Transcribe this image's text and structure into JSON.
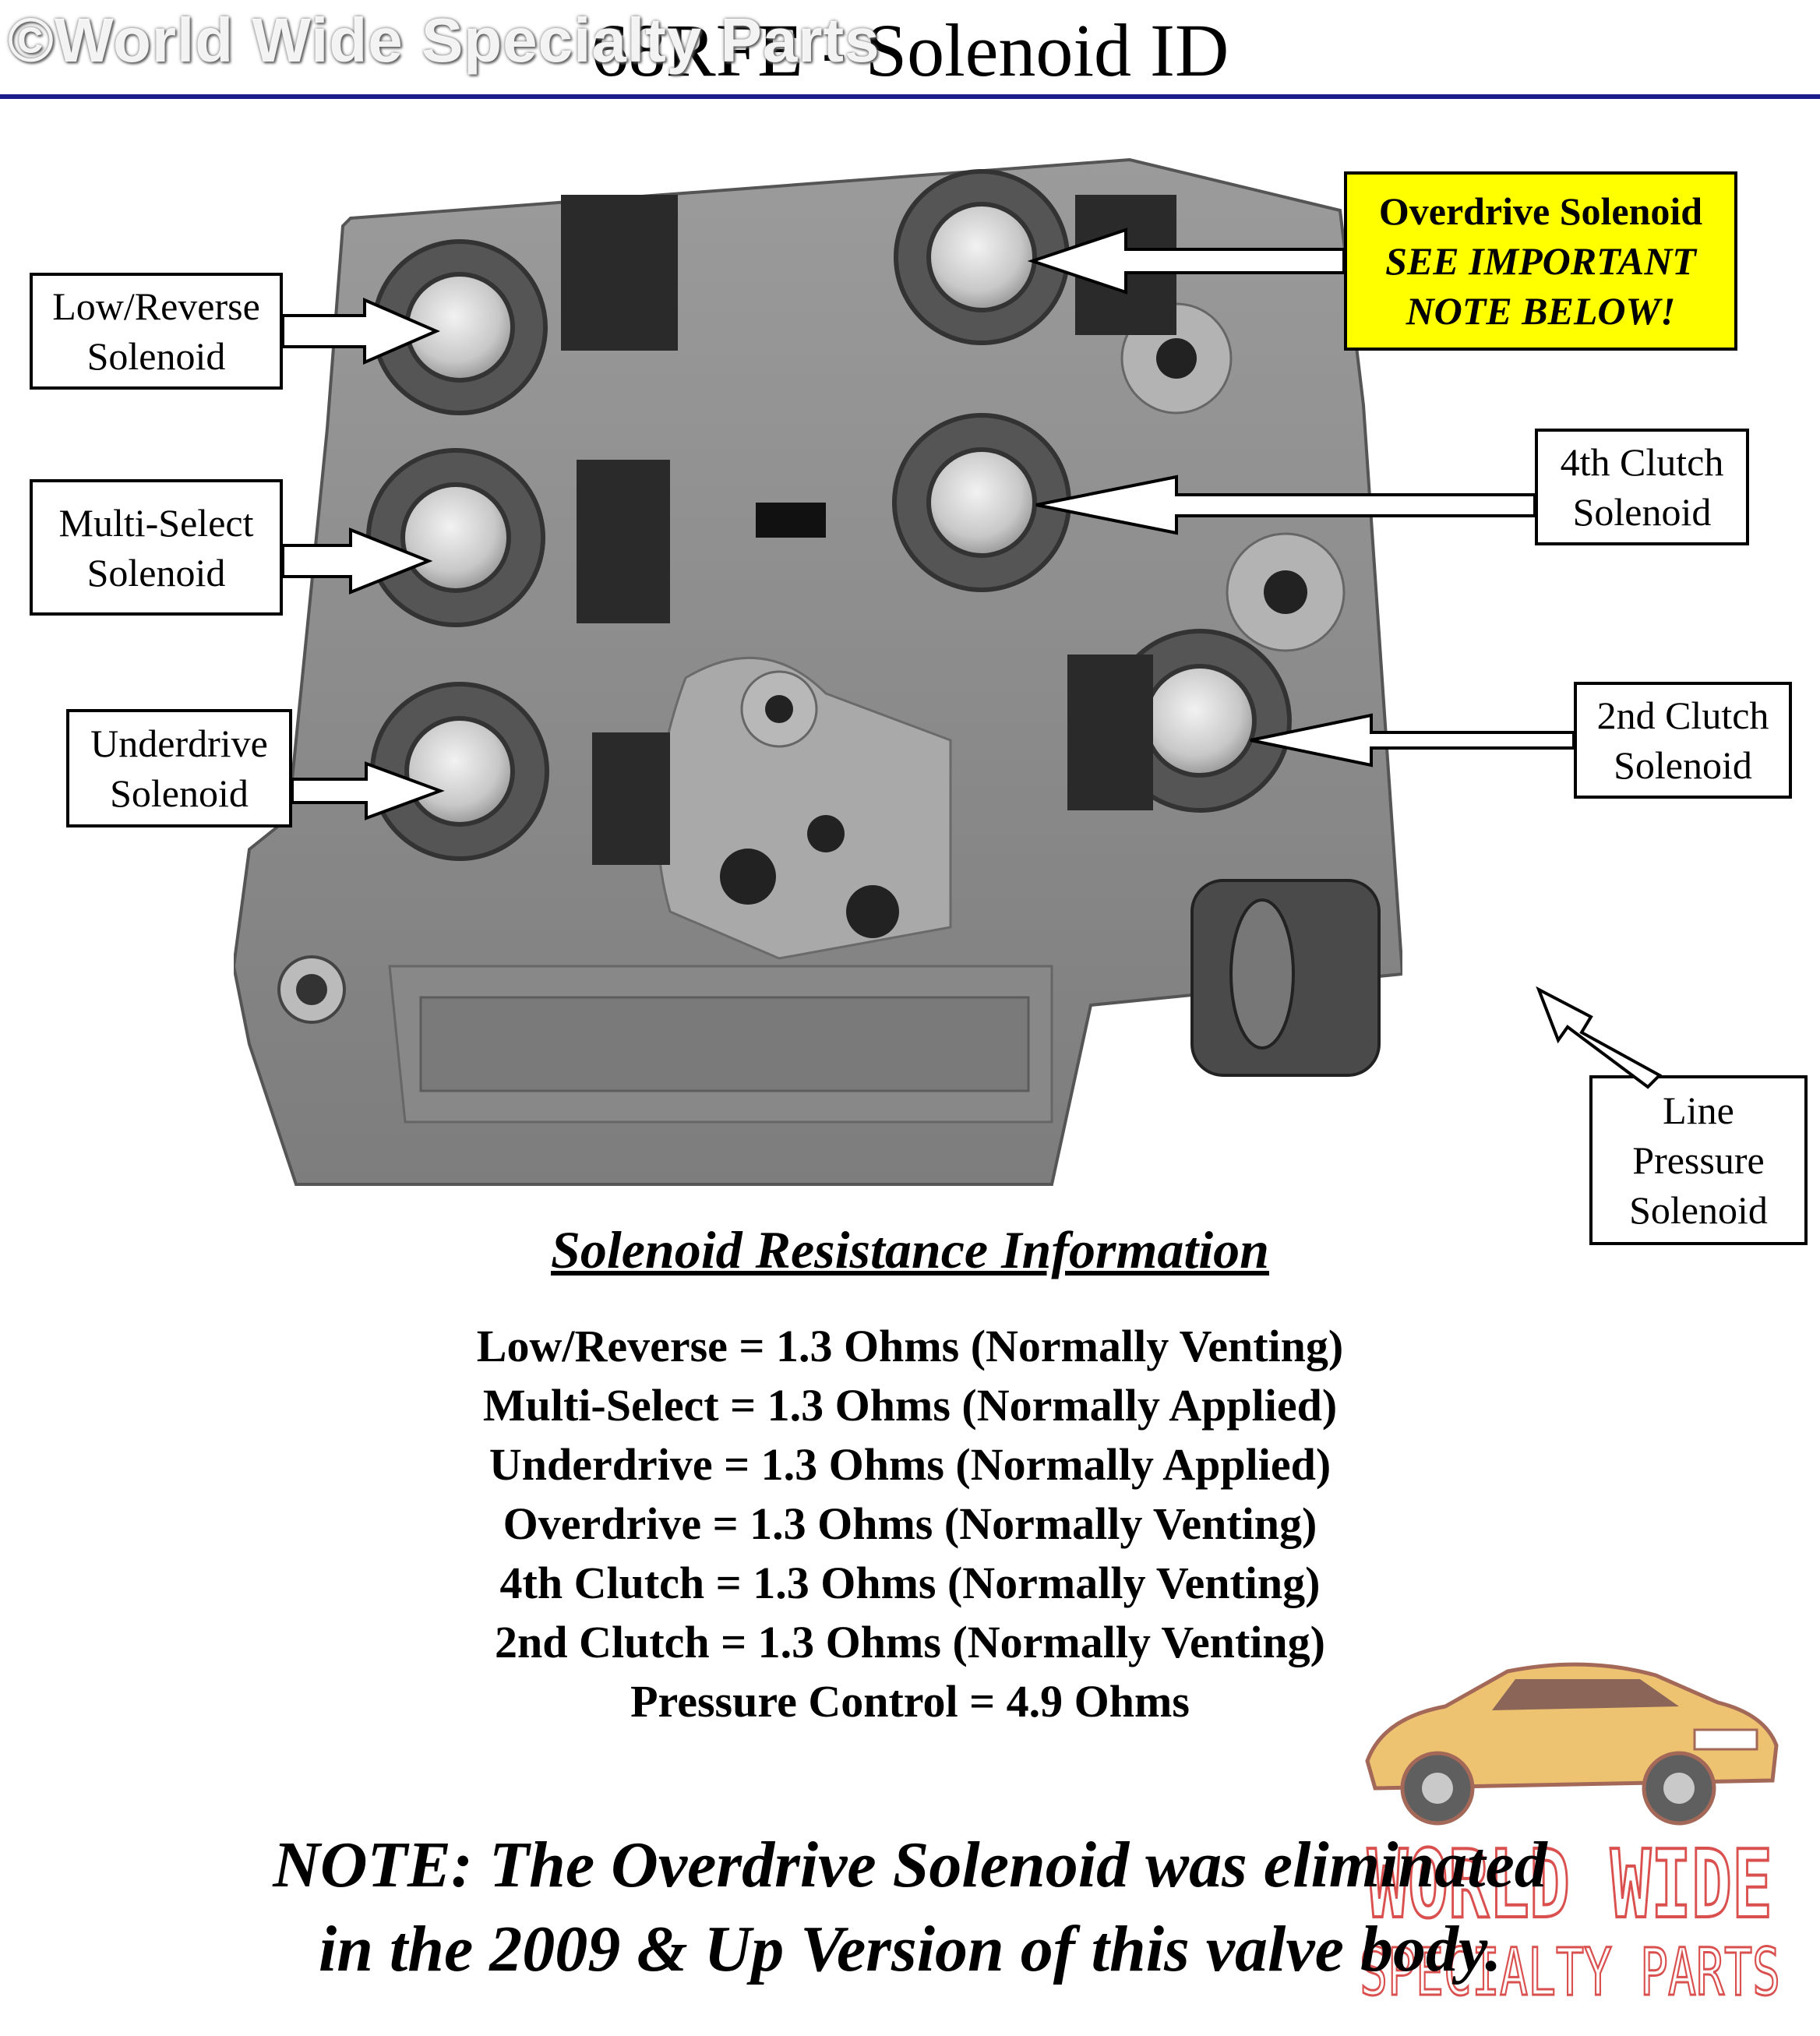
{
  "watermark": "©World Wide Specialty Parts",
  "title": "68RFE - Solenoid ID",
  "callouts": {
    "low_reverse": [
      "Low/Reverse",
      "Solenoid"
    ],
    "multi_select": [
      "Multi-Select",
      "Solenoid"
    ],
    "underdrive": [
      "Underdrive",
      "Solenoid"
    ],
    "overdrive": [
      "Overdrive Solenoid",
      "SEE IMPORTANT",
      "NOTE BELOW!"
    ],
    "fourth_clutch": [
      "4th Clutch",
      "Solenoid"
    ],
    "second_clutch": [
      "2nd Clutch",
      "Solenoid"
    ],
    "line_pressure": [
      "Line",
      "Pressure",
      "Solenoid"
    ]
  },
  "resistance": {
    "heading": "Solenoid Resistance Information",
    "items": [
      "Low/Reverse = 1.3 Ohms (Normally Venting)",
      "Multi-Select = 1.3 Ohms (Normally Applied)",
      "Underdrive = 1.3 Ohms (Normally Applied)",
      "Overdrive = 1.3 Ohms (Normally Venting)",
      "4th Clutch = 1.3 Ohms (Normally Venting)",
      "2nd Clutch = 1.3 Ohms (Normally Venting)",
      "Pressure Control = 4.9 Ohms"
    ]
  },
  "note": {
    "line1": "NOTE:  The Overdrive Solenoid was eliminated",
    "line2": "in the 2009 & Up Version of this valve body."
  },
  "logo": {
    "line1": "WORLD WIDE",
    "line2": "SPECIALTY PARTS"
  },
  "colors": {
    "rule": "#1c1c8c",
    "highlight": "#ffff00",
    "logo_red": "#d9504f"
  }
}
